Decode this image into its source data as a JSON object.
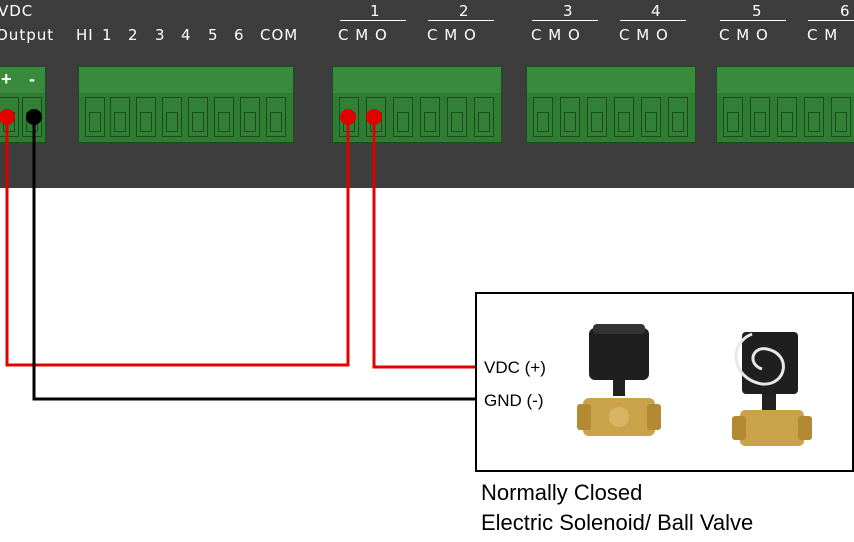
{
  "power": {
    "line1": "VDC",
    "line2": "Output",
    "plus": "+",
    "minus": "-"
  },
  "inputs": {
    "hi": "HI",
    "channels": [
      "1",
      "2",
      "3",
      "4",
      "5",
      "6"
    ],
    "com": "COM"
  },
  "relays": [
    {
      "num": "1",
      "pins": "C M O"
    },
    {
      "num": "2",
      "pins": "C M O"
    },
    {
      "num": "3",
      "pins": "C M O"
    },
    {
      "num": "4",
      "pins": "C M O"
    },
    {
      "num": "5",
      "pins": "C M O"
    },
    {
      "num": "6",
      "pins": "C M"
    }
  ],
  "valve": {
    "vdc_label": "VDC (+)",
    "gnd_label": "GND (-)",
    "caption1": "Normally Closed",
    "caption2": "Electric Solenoid/ Ball Valve"
  },
  "colors": {
    "wire_positive": "#e00000",
    "wire_ground": "#000000",
    "panel": "#3d3d3d",
    "terminal": "#2e7d32"
  }
}
